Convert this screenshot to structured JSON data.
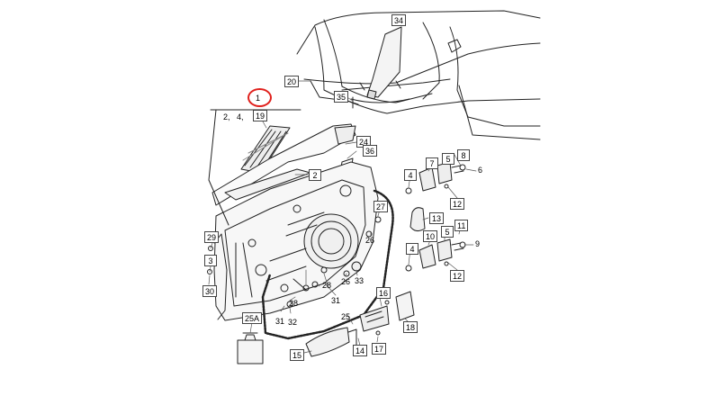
{
  "highlight_color": "#e0201c",
  "callouts": {
    "c1": "1",
    "c2": "2",
    "c2b": "2,",
    "c4": "4,",
    "c19": "19",
    "c20": "20",
    "c34": "34",
    "c35": "35",
    "c24": "24",
    "c36": "36",
    "c7a": "7",
    "c5a": "5",
    "c8": "8",
    "c6": "6",
    "c4a": "4",
    "c12a": "12",
    "c27": "27",
    "c13": "13",
    "c26a": "26",
    "c11": "11",
    "c10": "10",
    "c5b": "5",
    "c9": "9",
    "c4b": "4",
    "c12b": "12",
    "c29": "29",
    "c3": "3",
    "c30": "30",
    "c28a": "28",
    "c28b": "28",
    "c33": "33",
    "c26b": "26",
    "c31a": "31",
    "c31b": "31",
    "c32": "32",
    "c25a": "25A",
    "c16": "16",
    "c18": "18",
    "c25": "25",
    "c14": "14",
    "c17": "17",
    "c15": "15"
  }
}
